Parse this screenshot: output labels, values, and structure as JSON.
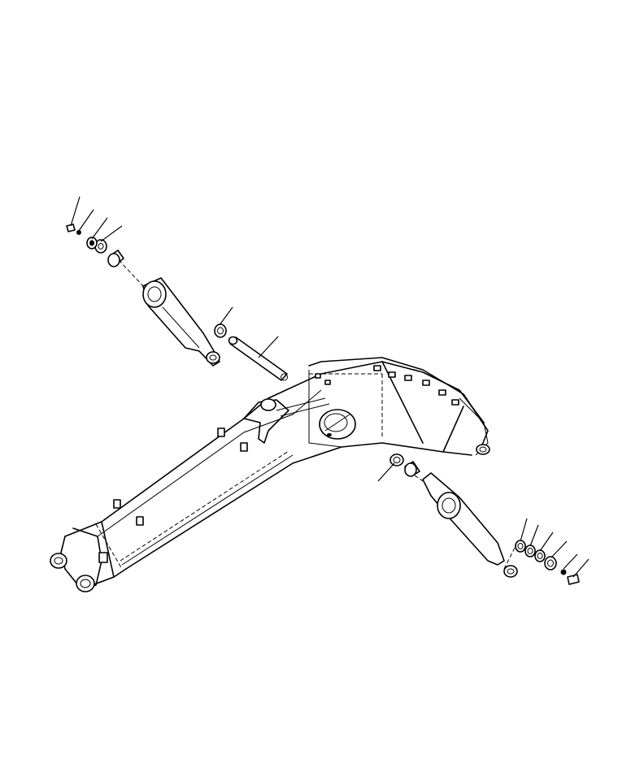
{
  "diagram": {
    "description_visible_text": "",
    "assemblies": [
      {
        "id": "arm",
        "icon": "excavator-arm-icon"
      },
      {
        "id": "upper-cylinder-pin-kit",
        "icon": "hydraulic-cylinder-icon"
      },
      {
        "id": "lower-cylinder-pin-kit",
        "icon": "hydraulic-cylinder-icon"
      },
      {
        "id": "pin",
        "icon": "pin-icon"
      }
    ],
    "colors": {
      "line": "#000000",
      "background": "#ffffff"
    }
  }
}
